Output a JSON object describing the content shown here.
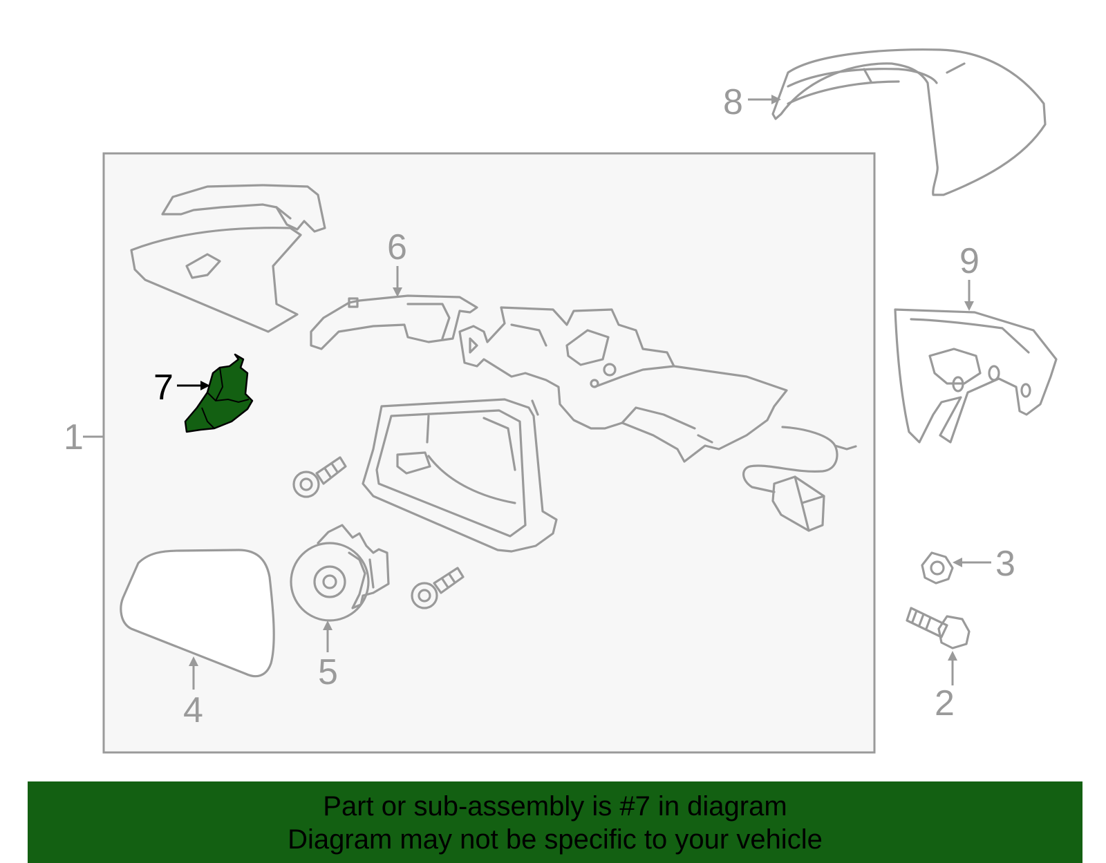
{
  "colors": {
    "highlight": "#136012",
    "banner_bg": "#136012",
    "line": "#9a9a9a",
    "box_bg": "#f7f7f7"
  },
  "callouts": {
    "c1": "1",
    "c2": "2",
    "c3": "3",
    "c4": "4",
    "c5": "5",
    "c6": "6",
    "c7": "7",
    "c8": "8",
    "c9": "9"
  },
  "banner": {
    "line1": "Part or sub-assembly is #7 in diagram",
    "line2": "Diagram may not be specific to your vehicle"
  }
}
